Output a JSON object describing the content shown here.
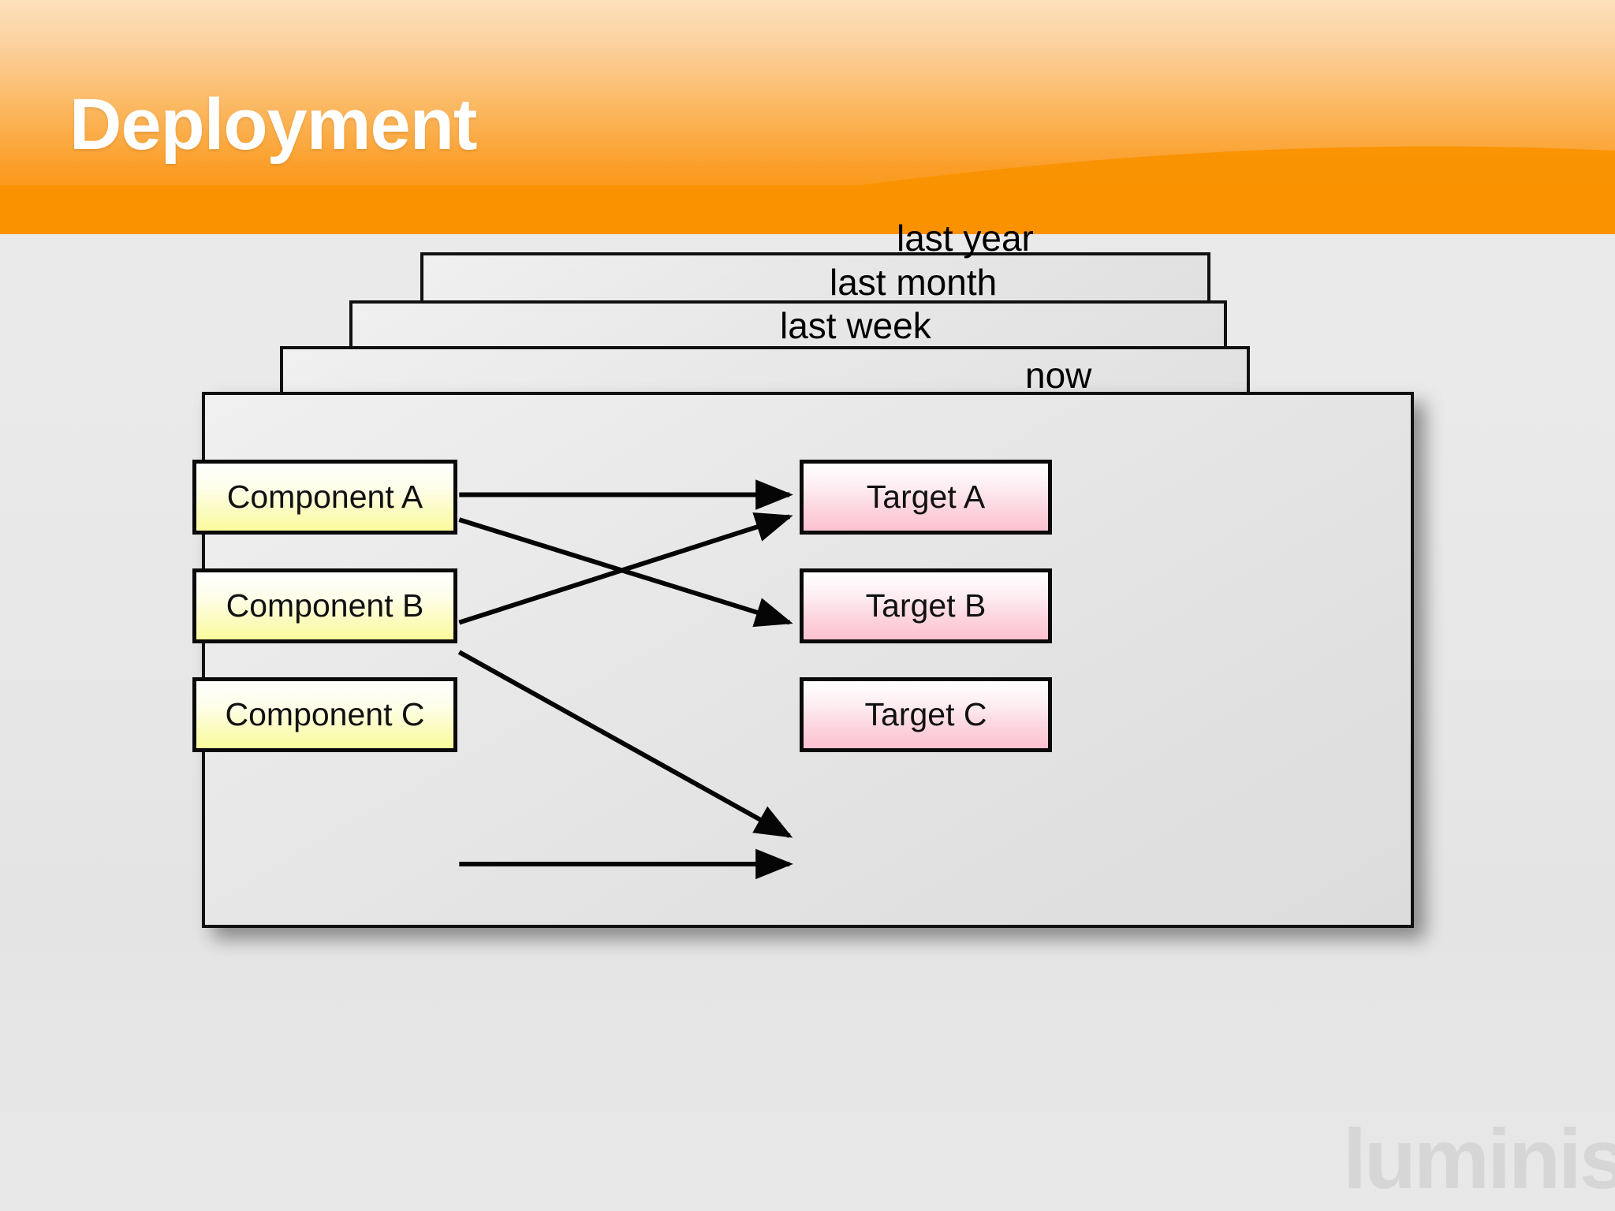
{
  "slide": {
    "title": "Deployment",
    "watermark": "luminis",
    "header_color_top": "#fde0bd",
    "header_color_bottom": "#fa9200",
    "background_color": "#e8e8e8"
  },
  "diagram": {
    "type": "layered-deployment-timeline",
    "layers": [
      {
        "label": "last year",
        "state": "ghost"
      },
      {
        "label": "last month",
        "state": "ghost"
      },
      {
        "label": "last week",
        "state": "ghost"
      },
      {
        "label": "now",
        "state": "active"
      }
    ],
    "sources": [
      {
        "label": "Component A",
        "color": "#fbfb9e"
      },
      {
        "label": "Component B",
        "color": "#fbfb9e"
      },
      {
        "label": "Component C",
        "color": "#fbfb9e"
      }
    ],
    "targets": [
      {
        "label": "Target A",
        "color": "#fcc2d1"
      },
      {
        "label": "Target B",
        "color": "#fcc2d1"
      },
      {
        "label": "Target C",
        "color": "#fcc2d1"
      }
    ],
    "edges": [
      {
        "from": "Component A",
        "to": "Target A"
      },
      {
        "from": "Component A",
        "to": "Target B"
      },
      {
        "from": "Component B",
        "to": "Target A"
      },
      {
        "from": "Component B",
        "to": "Target C"
      },
      {
        "from": "Component C",
        "to": "Target C"
      }
    ],
    "ghost_edges": [
      {
        "from": "Component A",
        "to": "Target A"
      },
      {
        "from": "Component A",
        "to": "Target B"
      },
      {
        "from": "Component B",
        "to": "Target A"
      },
      {
        "from": "Component B",
        "to": "Target C"
      },
      {
        "from": "Component C",
        "to": "Target C"
      }
    ]
  }
}
